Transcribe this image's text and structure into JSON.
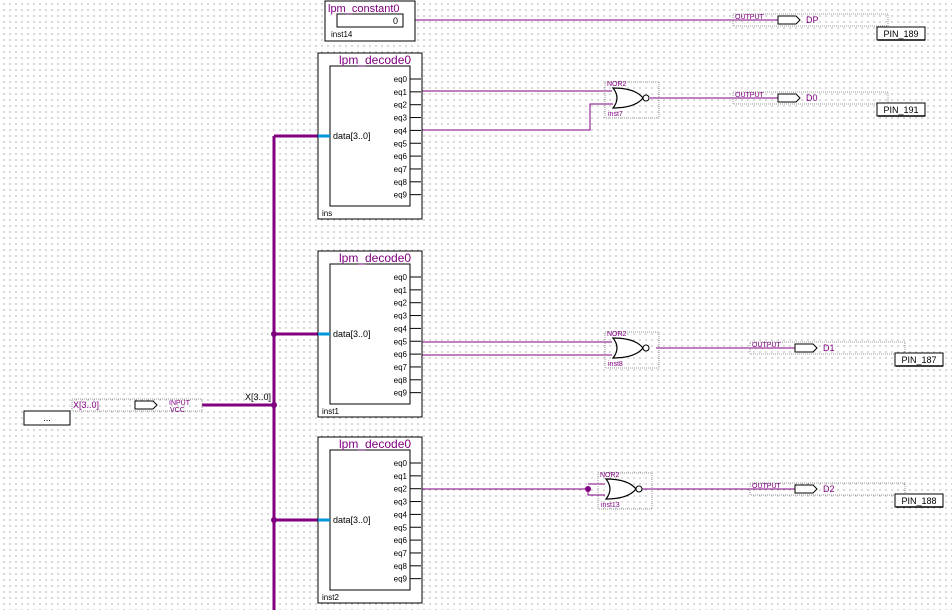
{
  "colors": {
    "wire": "#800080",
    "block_border": "#000000",
    "pin_text": "#800080",
    "bus_port": "#0096dc",
    "grid_dot": "#6f6f6f"
  },
  "input": {
    "name": "X[3..0]",
    "type": "INPUT",
    "default": "VCC",
    "bus_label": "X[3..0]",
    "pin_box": "..."
  },
  "constant": {
    "title": "lpm_constant0",
    "inst": "inst14",
    "value": "0"
  },
  "decoders": [
    {
      "title": "lpm_decode0",
      "inst": "ins",
      "data_port": "data[3..0]",
      "outputs": [
        "eq0",
        "eq1",
        "eq2",
        "eq3",
        "eq4",
        "eq5",
        "eq6",
        "eq7",
        "eq8",
        "eq9"
      ]
    },
    {
      "title": "lpm_decode0",
      "inst": "inst1",
      "data_port": "data[3..0]",
      "outputs": [
        "eq0",
        "eq1",
        "eq2",
        "eq3",
        "eq4",
        "eq5",
        "eq6",
        "eq7",
        "eq8",
        "eq9"
      ]
    },
    {
      "title": "lpm_decode0",
      "inst": "inst2",
      "data_port": "data[3..0]",
      "outputs": [
        "eq0",
        "eq1",
        "eq2",
        "eq3",
        "eq4",
        "eq5",
        "eq6",
        "eq7",
        "eq8",
        "eq9"
      ]
    }
  ],
  "gates": [
    {
      "type": "NOR2",
      "inst": "inst7"
    },
    {
      "type": "NOR2",
      "inst": "inst8"
    },
    {
      "type": "NOR2",
      "inst": "inst13"
    }
  ],
  "outputs": [
    {
      "type": "OUTPUT",
      "name": "DP",
      "pin": "PIN_189"
    },
    {
      "type": "OUTPUT",
      "name": "D0",
      "pin": "PIN_191"
    },
    {
      "type": "OUTPUT",
      "name": "D1",
      "pin": "PIN_187"
    },
    {
      "type": "OUTPUT",
      "name": "D2",
      "pin": "PIN_188"
    }
  ]
}
